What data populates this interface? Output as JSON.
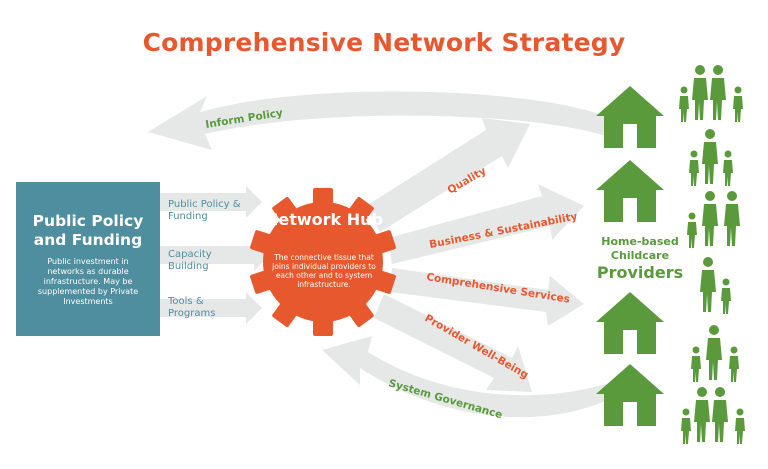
{
  "title": "Comprehensive Network Strategy",
  "colors": {
    "accent": "#e8582e",
    "policy_box": "#4e8e9e",
    "green": "#5a9a3c",
    "arrow": "#e6e8e8"
  },
  "policy_box": {
    "title": "Public Policy and Funding",
    "description": "Public investment in networks as durable infrastructure. May be supplemented by Private Investments"
  },
  "inputs": [
    {
      "label": "Public Policy & Funding"
    },
    {
      "label": "Capacity Building"
    },
    {
      "label": "Tools & Programs"
    }
  ],
  "hub": {
    "title": "Network Hub",
    "description": "The connective tissue that joins individual providers to each other and to system infrastructure."
  },
  "outputs": [
    {
      "label": "Quality"
    },
    {
      "label": "Business & Sustainability"
    },
    {
      "label": "Comprehensive Services"
    },
    {
      "label": "Provider Well-Being"
    }
  ],
  "feedback": {
    "inform_policy": "Inform Policy",
    "system_governance": "System Governance"
  },
  "providers": {
    "line1": "Home-based",
    "line2": "Childcare",
    "line3": "Providers"
  },
  "icons": {
    "house": "house-icon",
    "family": "family-icon",
    "hub": "gear-icon"
  }
}
